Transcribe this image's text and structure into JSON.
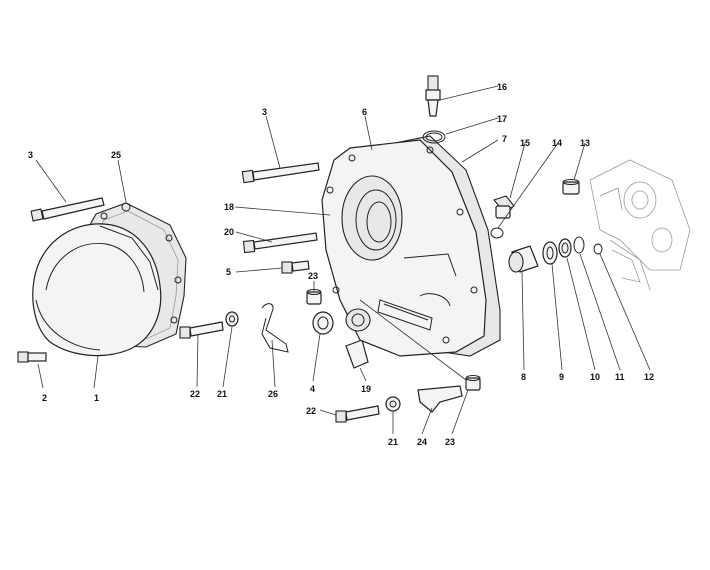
{
  "labels": [
    "1",
    "2",
    "3",
    "3",
    "4",
    "5",
    "6",
    "7",
    "8",
    "9",
    "10",
    "11",
    "12",
    "13",
    "14",
    "15",
    "16",
    "17",
    "18",
    "19",
    "20",
    "21",
    "21",
    "22",
    "22",
    "23",
    "23",
    "24",
    "25",
    "26"
  ]
}
